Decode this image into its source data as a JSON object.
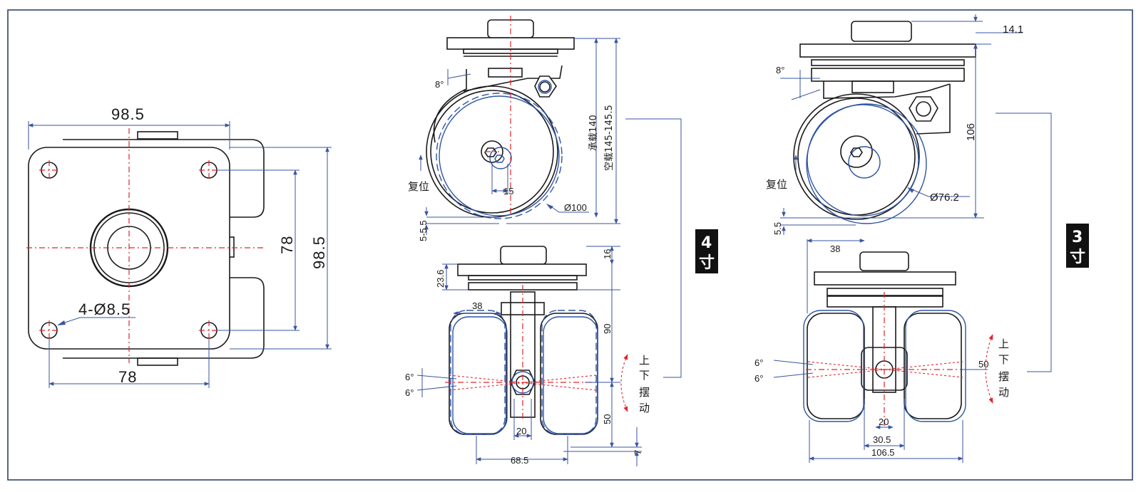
{
  "top_view": {
    "dim_width": "98.5",
    "dim_height": "98.5",
    "dim_hole_spacing_h": "78",
    "dim_hole_spacing_v": "78",
    "dim_holes": "4-Ø8.5"
  },
  "caster_4in": {
    "tag_size": "4",
    "tag_unit": "寸",
    "angle_tilt": "8°",
    "label_reset": "复位",
    "dim_offset": "15",
    "dim_wheel": "Ø100",
    "dim_height_loaded": "承载140",
    "dim_height_unloaded": "空载145-145.5",
    "dim_float": "5-5.5",
    "dim_top": "16",
    "dim_plate": "23.6",
    "dim_38": "38",
    "dim_90": "90",
    "dim_50": "50",
    "dim_7": "7",
    "angle_up": "6°",
    "angle_down": "6°",
    "label_swing": [
      "上",
      "下",
      "摆",
      "动"
    ],
    "dim_20": "20",
    "dim_685": "68.5"
  },
  "caster_3in": {
    "tag_size": "3",
    "tag_unit": "寸",
    "dim_141": "14.1",
    "angle_tilt": "8°",
    "label_reset": "复位",
    "dim_106": "106",
    "dim_wheel": "Ø76.2",
    "dim_float": "5.5",
    "dim_38": "38",
    "angle_up": "6°",
    "angle_down": "6°",
    "dim_50": "50",
    "label_swing": [
      "上",
      "下",
      "摆",
      "动"
    ],
    "dim_20": "20",
    "dim_305": "30.5",
    "dim_1065": "106.5"
  },
  "colors": {
    "outline": "#1a1a1a",
    "wheel_blue": "#2f55a4",
    "centerline_red": "#e3252a",
    "dimension_blue": "#3a55a0",
    "frame": "#2e4468"
  }
}
